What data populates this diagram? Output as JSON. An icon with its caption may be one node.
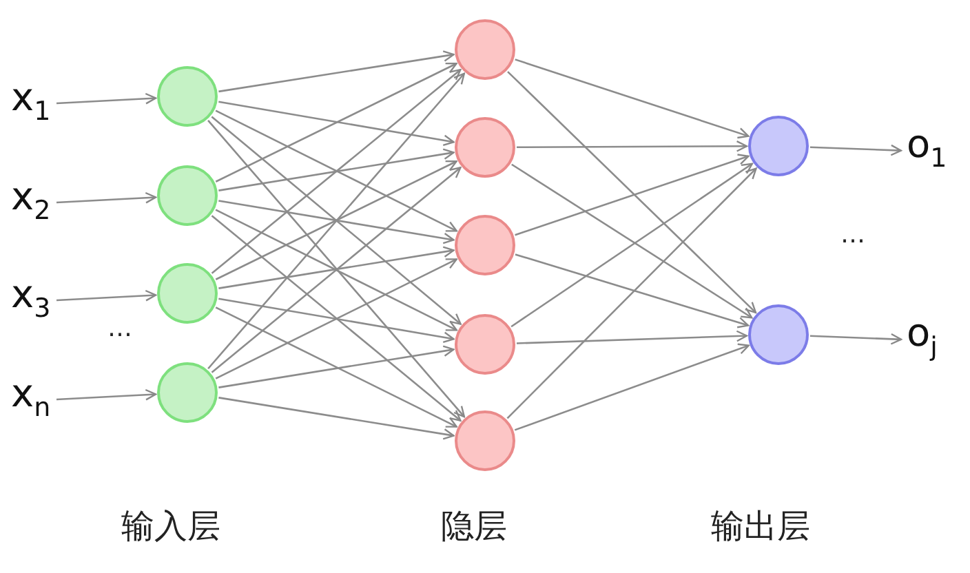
{
  "diagram": {
    "nodes": [
      {
        "text": [
          "x$_{1}$"
        ]
      },
      {
        "text": [
          "x$_{2}$"
        ]
      },
      {
        "text": [
          "x$_{3}$"
        ]
      },
      {
        "text": [
          "x$_{n}$"
        ]
      },
      {
        "text": [],
        "shape": "circle"
      },
      {
        "text": [],
        "shape": "circle"
      },
      {
        "text": [],
        "shape": "circle"
      },
      {
        "text": [],
        "shape": "circle"
      },
      {
        "text": [],
        "shape": "circle"
      },
      {
        "text": [],
        "shape": "circle"
      },
      {
        "text": [],
        "shape": "circle"
      },
      {
        "text": [],
        "shape": "circle"
      },
      {
        "text": [],
        "shape": "circle"
      },
      {
        "text": [],
        "shape": "circle"
      },
      {
        "text": [],
        "shape": "circle"
      },
      {
        "text": [
          "o$_{1}$"
        ]
      },
      {
        "text": [
          "o$_{j}$"
        ]
      }
    ],
    "edges": [
      {
        "from": 0,
        "to": 4,
        "arrow": "to"
      },
      {
        "from": 1,
        "to": 5,
        "arrow": "to"
      },
      {
        "from": 2,
        "to": 6,
        "arrow": "to"
      },
      {
        "from": 3,
        "to": 7,
        "arrow": "to"
      },
      {
        "from": 4,
        "to": 8,
        "arrow": "to"
      },
      {
        "from": 4,
        "to": 9,
        "arrow": "to"
      },
      {
        "from": 4,
        "to": 10,
        "arrow": "to"
      },
      {
        "from": 4,
        "to": 11,
        "arrow": "to"
      },
      {
        "from": 4,
        "to": 12,
        "arrow": "to"
      },
      {
        "from": 5,
        "to": 8,
        "arrow": "to"
      },
      {
        "from": 5,
        "to": 9,
        "arrow": "to"
      },
      {
        "from": 5,
        "to": 10,
        "arrow": "to"
      },
      {
        "from": 5,
        "to": 11,
        "arrow": "to"
      },
      {
        "from": 5,
        "to": 12,
        "arrow": "to"
      },
      {
        "from": 6,
        "to": 8,
        "arrow": "to"
      },
      {
        "from": 6,
        "to": 9,
        "arrow": "to"
      },
      {
        "from": 6,
        "to": 10,
        "arrow": "to"
      },
      {
        "from": 6,
        "to": 11,
        "arrow": "to"
      },
      {
        "from": 6,
        "to": 12,
        "arrow": "to"
      },
      {
        "from": 7,
        "to": 8,
        "arrow": "to"
      },
      {
        "from": 7,
        "to": 9,
        "arrow": "to"
      },
      {
        "from": 7,
        "to": 10,
        "arrow": "to"
      },
      {
        "from": 7,
        "to": 11,
        "arrow": "to"
      },
      {
        "from": 7,
        "to": 12,
        "arrow": "to"
      },
      {
        "from": 8,
        "to": 13,
        "arrow": "to"
      },
      {
        "from": 8,
        "to": 14,
        "arrow": "to"
      },
      {
        "from": 9,
        "to": 13,
        "arrow": "to"
      },
      {
        "from": 9,
        "to": 14,
        "arrow": "to"
      },
      {
        "from": 10,
        "to": 13,
        "arrow": "to"
      },
      {
        "from": 10,
        "to": 14,
        "arrow": "to"
      },
      {
        "from": 11,
        "to": 13,
        "arrow": "to"
      },
      {
        "from": 11,
        "to": 14,
        "arrow": "to"
      },
      {
        "from": 12,
        "to": 13,
        "arrow": "to"
      },
      {
        "from": 12,
        "to": 14,
        "arrow": "to"
      },
      {
        "from": 13,
        "to": 15,
        "arrow": "to"
      },
      {
        "from": 14,
        "to": 16,
        "arrow": "to"
      }
    ],
    "labels": [
      "…",
      "…",
      "输入层",
      "隐层",
      "输出层"
    ]
  }
}
